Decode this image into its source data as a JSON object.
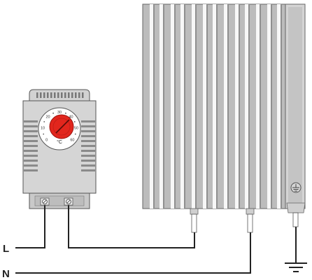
{
  "labels": {
    "line": "L",
    "neutral": "N"
  },
  "thermostat": {
    "unit": "°C",
    "scale": [
      "0",
      "10",
      "20",
      "30",
      "40",
      "50",
      "60"
    ]
  },
  "colors": {
    "housing": "#d8d8d8",
    "housing_dark": "#a9a9a9",
    "fin_light": "#efefef",
    "fin_dark": "#b5b5b5",
    "knob": "#e2261d",
    "knob_dark": "#9b1410",
    "wire": "#222222",
    "outline": "#555555"
  },
  "icons": {
    "terminal": "screw-terminal-icon",
    "ground": "ground-symbol-icon"
  }
}
